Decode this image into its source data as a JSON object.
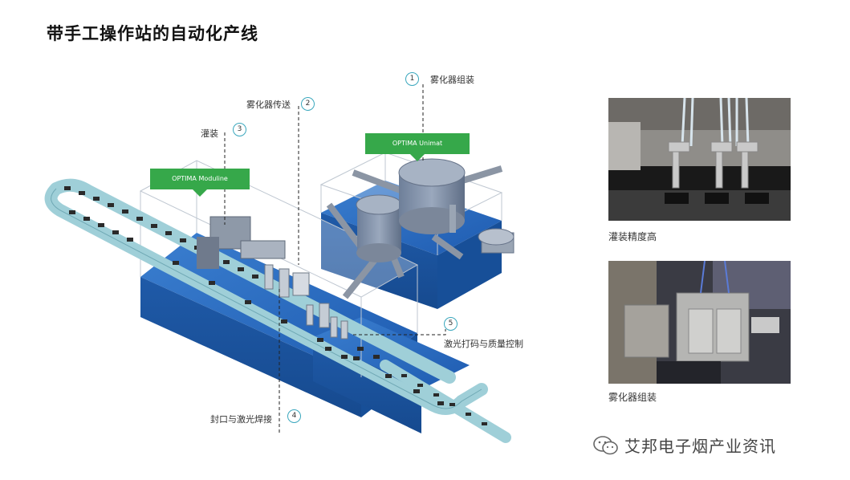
{
  "title": "带手工操作站的自动化产线",
  "tags": {
    "unimat": "OPTIMA Unimat",
    "moduline": "OPTIMA Moduline"
  },
  "callouts": [
    {
      "num": "1",
      "text": "雾化器组装"
    },
    {
      "num": "2",
      "text": "雾化器传送"
    },
    {
      "num": "3",
      "text": "灌装"
    },
    {
      "num": "4",
      "text": "封口与激光焊接"
    },
    {
      "num": "5",
      "text": "激光打码与质量控制"
    }
  ],
  "photos": [
    {
      "caption": "灌装精度高"
    },
    {
      "caption": "雾化器组装"
    }
  ],
  "watermark": {
    "text": "艾邦电子烟产业资讯",
    "icon": "wechat-icon"
  },
  "colors": {
    "accent_green": "#36a84a",
    "callout_ring": "#3aa7bd",
    "base_blue": "#1f5fb0"
  }
}
